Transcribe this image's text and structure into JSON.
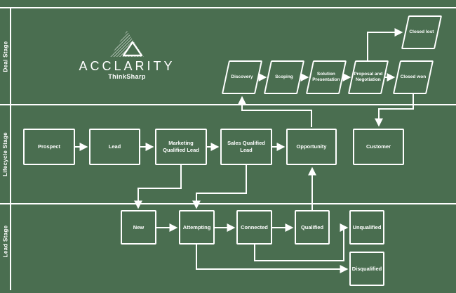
{
  "colors": {
    "background": "#4a6e50",
    "foreground": "#ffffff"
  },
  "logo": {
    "brand": "ACCLARITY",
    "tagline": "ThinkSharp"
  },
  "lanes": [
    {
      "label": "Deal Stage"
    },
    {
      "label": "Lifecycle Stage"
    },
    {
      "label": "Lead Stage"
    }
  ],
  "deal_stage": {
    "nodes": [
      {
        "label": "Discovery"
      },
      {
        "label": "Scoping"
      },
      {
        "label": "Solution Presentation"
      },
      {
        "label": "Proposal and Negotiation"
      },
      {
        "label": "Closed won"
      },
      {
        "label": "Closed lost"
      }
    ]
  },
  "lifecycle_stage": {
    "nodes": [
      {
        "label": "Prospect"
      },
      {
        "label": "Lead"
      },
      {
        "label": "Marketing Qualified Lead"
      },
      {
        "label": "Sales Qualified Lead"
      },
      {
        "label": "Opportunity"
      },
      {
        "label": "Customer"
      }
    ]
  },
  "lead_stage": {
    "nodes": [
      {
        "label": "New"
      },
      {
        "label": "Attempting"
      },
      {
        "label": "Connected"
      },
      {
        "label": "Qualified"
      },
      {
        "label": "Unqualified"
      },
      {
        "label": "Disqualified"
      }
    ]
  }
}
